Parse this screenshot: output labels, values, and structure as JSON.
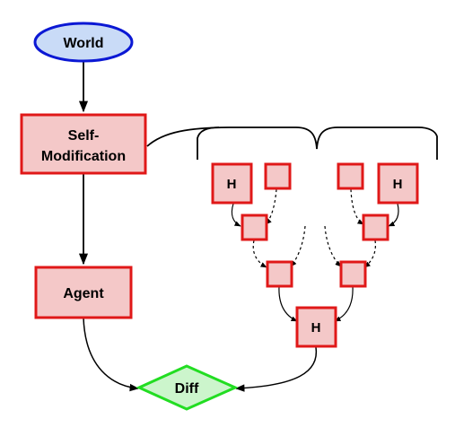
{
  "diagram": {
    "world": {
      "label": "World",
      "fill": "#c9dbf7",
      "stroke": "#0b18d4"
    },
    "self_modification": {
      "line1": "Self-",
      "line2": "Modification"
    },
    "agent": {
      "label": "Agent"
    },
    "diff": {
      "label": "Diff",
      "fill": "#ccf5cc",
      "stroke": "#22dd22"
    },
    "tree": {
      "left_top": {
        "label": "H"
      },
      "right_top": {
        "label": "H"
      },
      "bottom": {
        "label": "H"
      }
    },
    "colors": {
      "box_fill": "#f4c8c8",
      "box_stroke": "#e01818",
      "arrow": "#000000"
    }
  }
}
